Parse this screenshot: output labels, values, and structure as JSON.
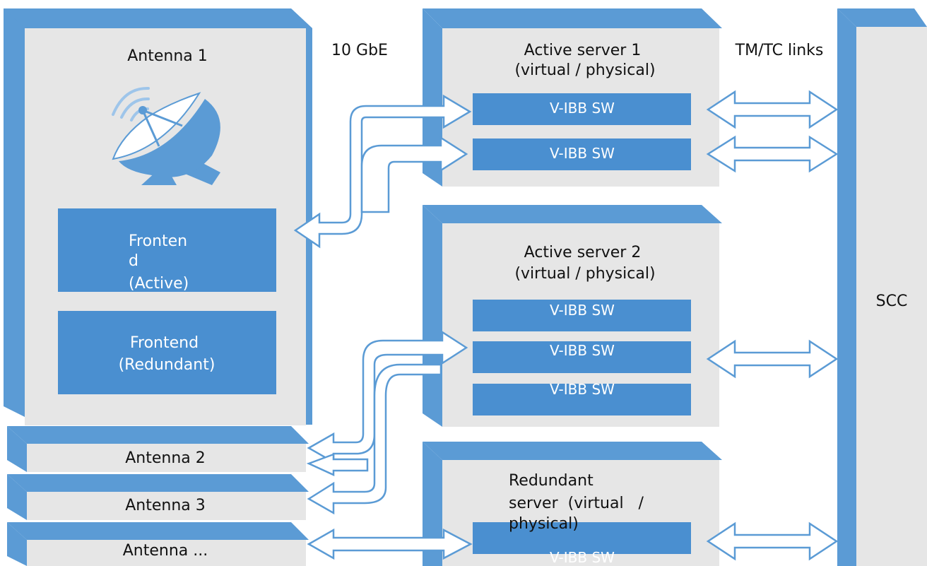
{
  "link_labels": {
    "ethernet": "10 GbE",
    "tmtc": "TM/TC links"
  },
  "antenna1": {
    "title": "Antenna 1",
    "frontend_active": [
      "Fronten",
      "d",
      "(Active)"
    ],
    "frontend_redundant": [
      "Frontend",
      "(Redundant)"
    ]
  },
  "antennas": [
    "Antenna  2",
    "Antenna  3",
    "Antenna ..."
  ],
  "active_server_1": {
    "title": [
      "Active server 1",
      "(virtual / physical)"
    ],
    "sw": [
      "V-IBB SW",
      "V-IBB SW"
    ]
  },
  "active_server_2": {
    "title": [
      "Active server 2",
      "(virtual / physical)"
    ],
    "sw": [
      "V-IBB SW",
      "V-IBB SW",
      "V-IBB SW"
    ]
  },
  "redundant_server": {
    "title": [
      "Redundant",
      "server  (virtual   /",
      "physical)"
    ],
    "sw": [
      "V-IBB SW"
    ]
  },
  "scc": {
    "label": "SCC"
  },
  "colors": {
    "accent": "#5b9bd5",
    "block": "#4a8fd0",
    "panel": "#e6e6e6"
  },
  "icons": [
    "satellite-dish-icon"
  ]
}
